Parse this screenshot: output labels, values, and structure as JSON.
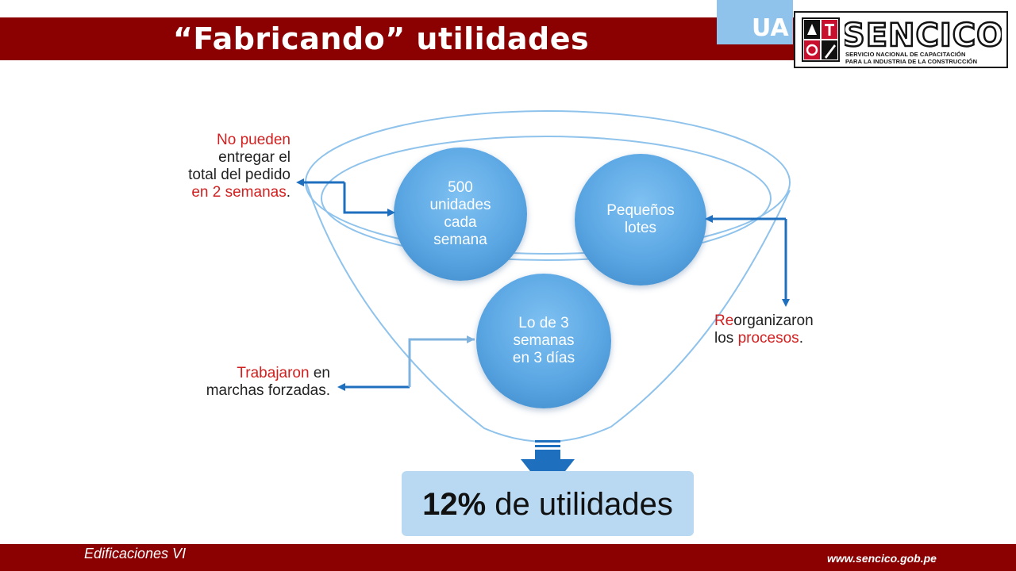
{
  "header": {
    "title": "“Fabricando” utilidades",
    "tab_text": "UA"
  },
  "logo": {
    "name": "SENCICO",
    "subtitle_line1": "SERVICIO NACIONAL DE CAPACITACIÓN",
    "subtitle_line2": "PARA LA INDUSTRIA DE LA CONSTRUCCIÓN"
  },
  "circles": {
    "units": {
      "line1": "500",
      "line2": "unidades",
      "line3": "cada",
      "line4": "semana"
    },
    "lots": {
      "line1": "Pequeños",
      "line2": "lotes"
    },
    "weeks": {
      "line1": "Lo de 3",
      "line2": "semanas",
      "line3": "en 3 días"
    }
  },
  "notes": {
    "delivery": {
      "red1": "No pueden",
      "line2": "entregar el",
      "line3": "total del pedido",
      "red4": "en 2 semanas",
      "tail4": "."
    },
    "reorganize": {
      "red1": "Re",
      "black1": "organizaron",
      "black2": "los ",
      "red2": "procesos",
      "tail2": "."
    },
    "forced": {
      "red1": "Trabajaron",
      "black1": " en",
      "line2": "marchas forzadas."
    }
  },
  "result": {
    "bold": "12%",
    "rest": " de utilidades"
  },
  "footer": {
    "left": "Edificaciones VI",
    "right": "www.sencico.gob.pe"
  },
  "colors": {
    "brand_red": "#8b0000",
    "accent_blue": "#1f6fbf",
    "circle_blue": "#5aa6e3",
    "result_bg": "#b9d9f2",
    "note_red": "#d21f1f"
  }
}
